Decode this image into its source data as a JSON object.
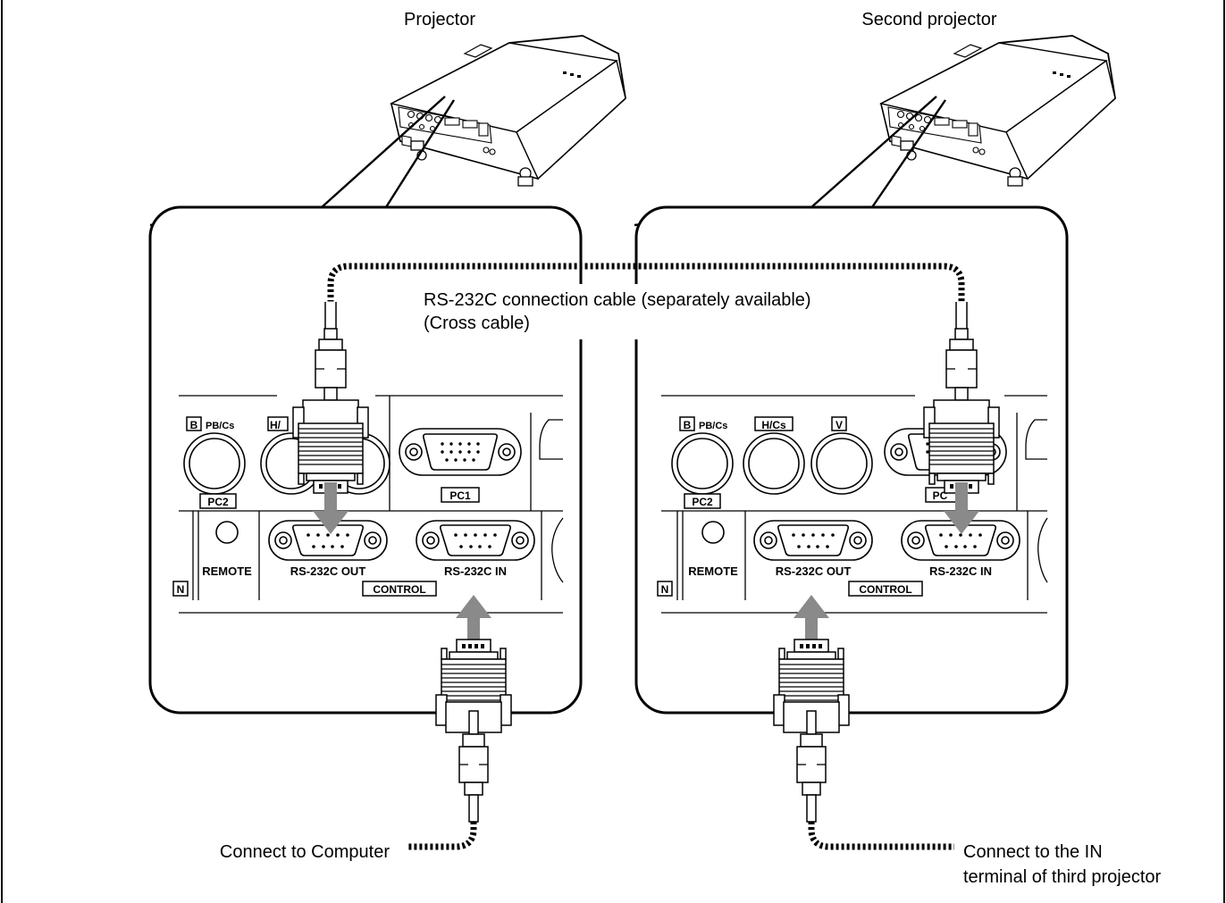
{
  "labels": {
    "projector": "Projector",
    "second_projector": "Second projector",
    "cable_line1": "RS-232C connection cable (separately available)",
    "cable_line2": "(Cross cable)",
    "connect_computer": "Connect to Computer",
    "connect_third_line1": "Connect to the IN",
    "connect_third_line2": "terminal of third projector"
  },
  "panel_left": {
    "b_tag": "B",
    "pb": "PB/Cs",
    "h_tag": "H/",
    "pc2": "PC2",
    "pc1": "PC1",
    "remote": "REMOTE",
    "rs_out": "RS-232C OUT",
    "rs_in": "RS-232C IN",
    "control": "CONTROL",
    "n_tag": "N"
  },
  "panel_right": {
    "b_tag": "B",
    "pb": "PB/Cs",
    "h_tag": "H/Cs",
    "v_tag": "V",
    "pc2": "PC2",
    "pc1": "PC",
    "remote": "REMOTE",
    "rs_out": "RS-232C OUT",
    "rs_in": "RS-232C IN",
    "control": "CONTROL",
    "n_tag": "N"
  },
  "colors": {
    "line": "#000000",
    "arrow": "#8a8a8a",
    "background": "#ffffff"
  }
}
